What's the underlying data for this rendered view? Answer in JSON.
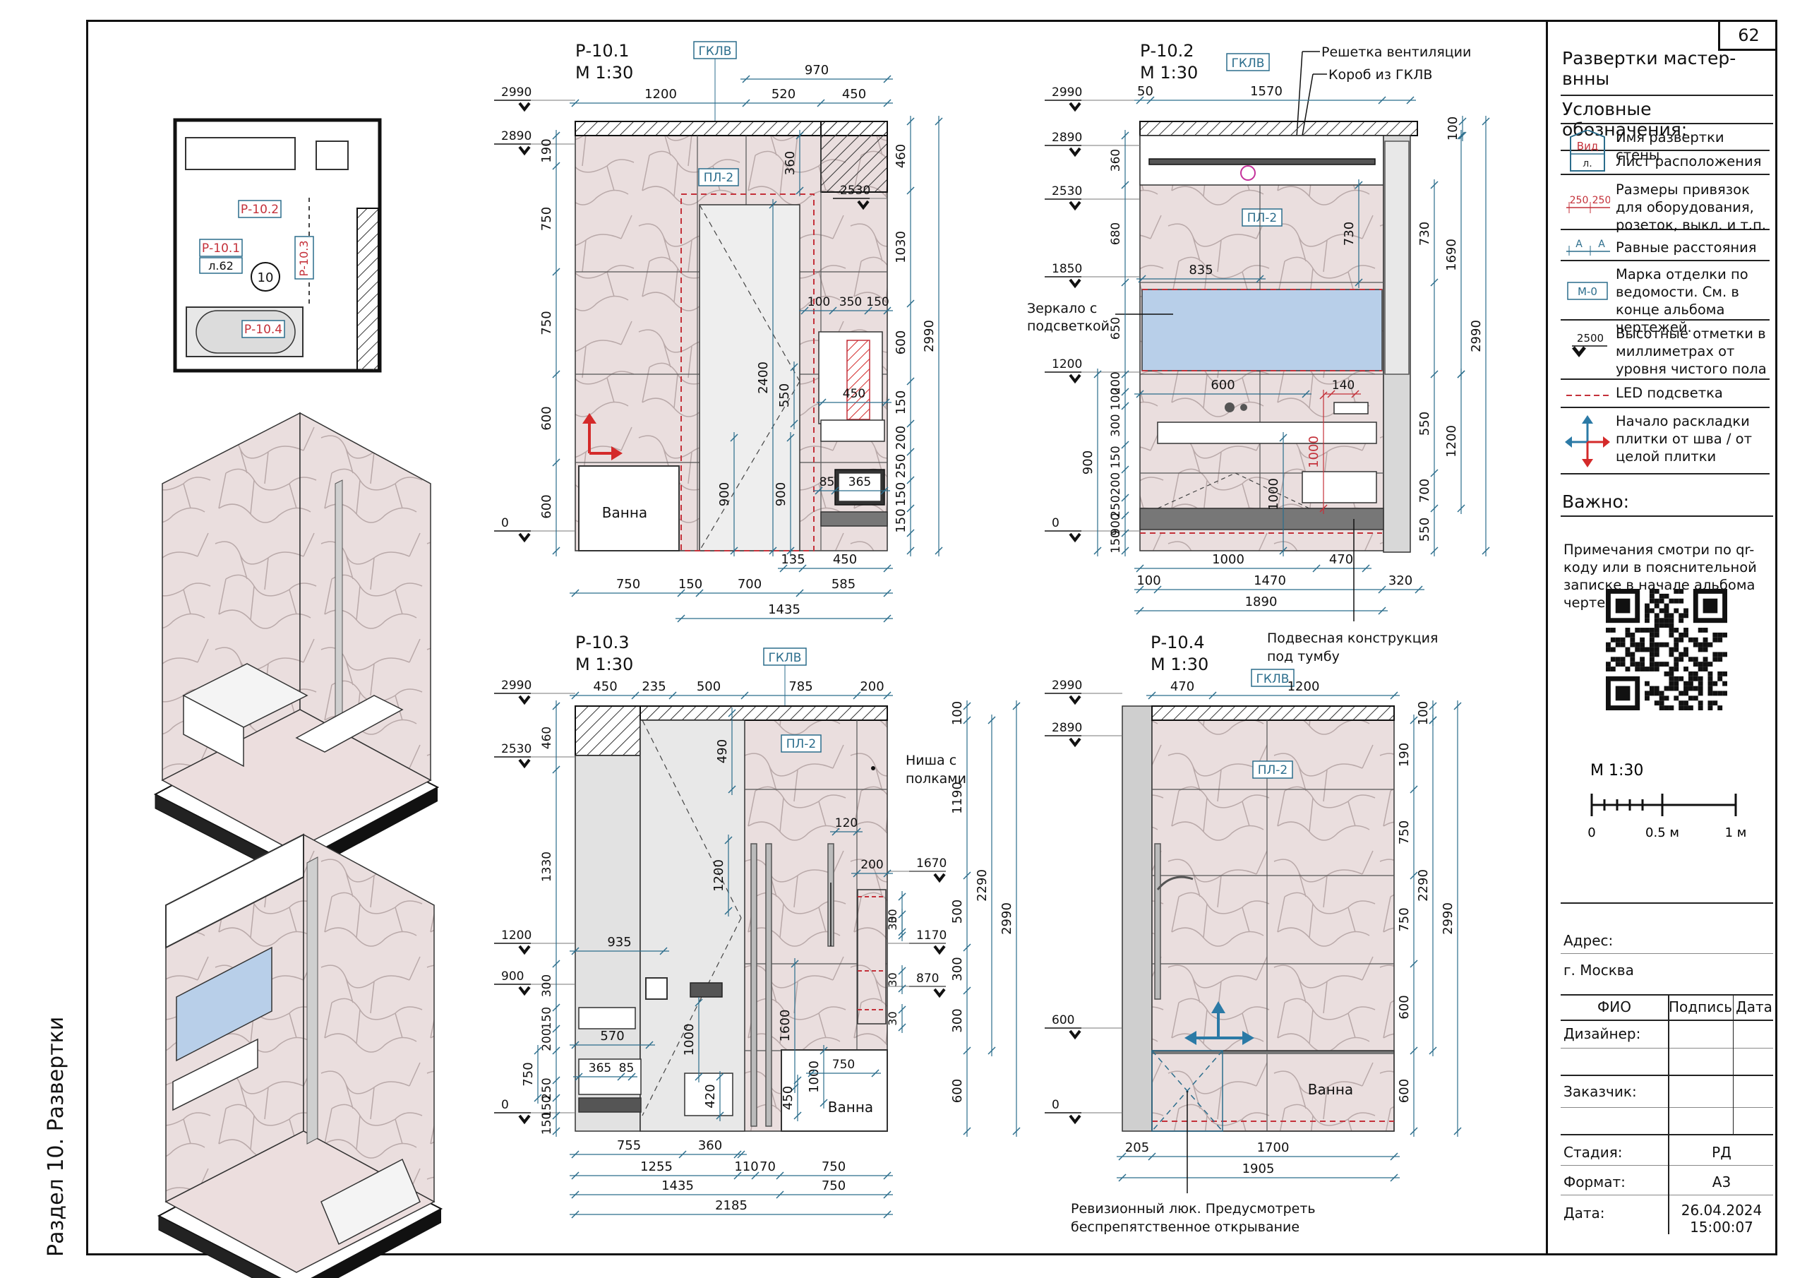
{
  "section_label": "Раздел 10. Развертки",
  "sheet": {
    "page_number": "62",
    "title": "Развертки мастер-внны"
  },
  "legend": {
    "heading": "Условные обозначения:",
    "items": [
      {
        "icon": "view-marker-icon",
        "icon_text_top": "Вид",
        "icon_text_bottom": "л.",
        "label": "Имя развертки стены"
      },
      {
        "icon": "view-marker-icon",
        "icon_text_top": "",
        "icon_text_bottom": "",
        "label": "Лист расположения"
      },
      {
        "icon": "dimension-icon",
        "icon_text_top": "250",
        "icon_text_bottom": "250",
        "label": "Размеры привязок для оборудования, розеток, выкл. и т.п."
      },
      {
        "icon": "equal-distance-icon",
        "icon_text_top": "A",
        "icon_text_bottom": "A",
        "label": "Равные расстояния"
      },
      {
        "icon": "finish-mark-icon",
        "icon_text_top": "М-0",
        "icon_text_bottom": "",
        "label": "Марка отделки по ведомости. См. в конце альбома чертежей."
      },
      {
        "icon": "elevation-mark-icon",
        "icon_text_top": "2500",
        "icon_text_bottom": "",
        "label": "Высотные отметки в миллиметрах от уровня чистого пола"
      },
      {
        "icon": "led-line-icon",
        "icon_text_top": "",
        "icon_text_bottom": "",
        "label": "LED подсветка"
      },
      {
        "icon": "tile-start-icon",
        "icon_text_top": "",
        "icon_text_bottom": "",
        "label": "Начало раскладки плитки от шва / от целой плитки"
      }
    ],
    "important_heading": "Важно:",
    "important_text": "Примечания смотри по qr-коду или в пояснительной записке в начале альбома чертежей."
  },
  "scale_bar": {
    "scale": "М  1:30",
    "ticks": [
      "0",
      "0.5 м",
      "1 м"
    ]
  },
  "title_block": {
    "address_label": "Адрес:",
    "address_value": "г. Москва",
    "col_name": "ФИО",
    "col_sign": "Подпись",
    "col_date": "Дата",
    "designer_label": "Дизайнер:",
    "customer_label": "Заказчик:",
    "stage_label": "Стадия:",
    "stage_value": "РД",
    "format_label": "Формат:",
    "format_value": "А3",
    "date_label": "Дата:",
    "date_value": "26.04.2024",
    "time_value": "15:00:07"
  },
  "plan": {
    "tags": [
      "Р-10.2",
      "Р-10.1",
      "Р-10.3",
      "Р-10.4"
    ],
    "sheet_ref": "л.62",
    "room_number": "10"
  },
  "views": {
    "v1": {
      "title": "Р-10.1",
      "scale": "М  1:30",
      "material_tag": "ГКЛВ",
      "finish_tag": "ПЛ-2",
      "bath_label": "Ванна",
      "top_dims": [
        "970",
        "1200",
        "520",
        "450"
      ],
      "levels": [
        "2990",
        "2890",
        "2530",
        "0"
      ],
      "left_dims": [
        "190",
        "750",
        "750",
        "600",
        "600"
      ],
      "right_dims": [
        "460",
        "1030",
        "600",
        "150",
        "200",
        "250",
        "150",
        "150"
      ],
      "total_right": "2990",
      "inner_dims": [
        "360",
        "100",
        "350",
        "150",
        "2400",
        "550",
        "450",
        "900",
        "900",
        "85",
        "365",
        "135",
        "450"
      ],
      "bottom_dims": [
        "750",
        "150",
        "700",
        "585",
        "1435"
      ]
    },
    "v2": {
      "title": "Р-10.2",
      "scale": "М  1:30",
      "material_tag": "ГКЛВ",
      "finish_tag": "ПЛ-2",
      "callout_vent": "Решетка вентиляции",
      "callout_box": "Короб из ГКЛВ",
      "callout_mirror": "Зеркало с подсветкой",
      "callout_hanging": "Подвесная конструкция под тумбу",
      "top_dims": [
        "50",
        "1570",
        "100"
      ],
      "levels": [
        "2990",
        "2890",
        "2530",
        "1850",
        "1200",
        "0"
      ],
      "left_dims": [
        "360",
        "680",
        "650",
        "200",
        "100",
        "300",
        "150",
        "200",
        "250",
        "900",
        "150",
        "150"
      ],
      "inner_dims": [
        "835",
        "730",
        "600",
        "140",
        "1000",
        "1000"
      ],
      "right_dims": [
        "730",
        "1690",
        "550",
        "700",
        "1200",
        "550"
      ],
      "total_right": "2990",
      "bottom_dims": [
        "1000",
        "470",
        "100",
        "1470",
        "320",
        "1890"
      ]
    },
    "v3": {
      "title": "Р-10.3",
      "scale": "М  1:30",
      "material_tag": "ГКЛВ",
      "finish_tag": "ПЛ-2",
      "bath_label": "Ванна",
      "callout_niche": "Ниша с полками",
      "top_dims": [
        "450",
        "235",
        "500",
        "785",
        "200"
      ],
      "levels": [
        "2990",
        "2530",
        "1200",
        "900",
        "0"
      ],
      "right_levels": [
        "1670",
        "1170",
        "870"
      ],
      "left_dims": [
        "460",
        "1330",
        "300",
        "150",
        "200",
        "750",
        "250",
        "150",
        "150"
      ],
      "inner_dims": [
        "490",
        "1200",
        "120",
        "200",
        "935",
        "570",
        "1000",
        "1600",
        "365",
        "85",
        "420",
        "1000",
        "450",
        "750",
        "30",
        "30",
        "30",
        "30"
      ],
      "right_dims": [
        "100",
        "1190",
        "500",
        "300",
        "300",
        "600",
        "2290",
        "2990"
      ],
      "bottom_dims": [
        "755",
        "360",
        "1255",
        "110",
        "70",
        "750",
        "1435",
        "750",
        "2185"
      ]
    },
    "v4": {
      "title": "Р-10.4",
      "scale": "М  1:30",
      "material_tag": "ГКЛВ",
      "finish_tag": "ПЛ-2",
      "bath_label": "Ванна",
      "callout_hatch": "Ревизионный люк. Предусмотреть беспрепятственное открывание",
      "top_dims": [
        "470",
        "1200",
        "100"
      ],
      "levels": [
        "2990",
        "2890",
        "600",
        "0"
      ],
      "right_dims": [
        "190",
        "750",
        "750",
        "600",
        "600",
        "2290",
        "2990"
      ],
      "bottom_dims": [
        "205",
        "1700",
        "1905"
      ]
    }
  },
  "colors": {
    "tile": "#eadede",
    "tile_line": "#b9a9a9",
    "dimension": "#2b6d8c",
    "led": "#c4313a",
    "mirror": "#b8cfe9",
    "arrow_red": "#d42a2a",
    "arrow_blue": "#2b7aa6"
  }
}
